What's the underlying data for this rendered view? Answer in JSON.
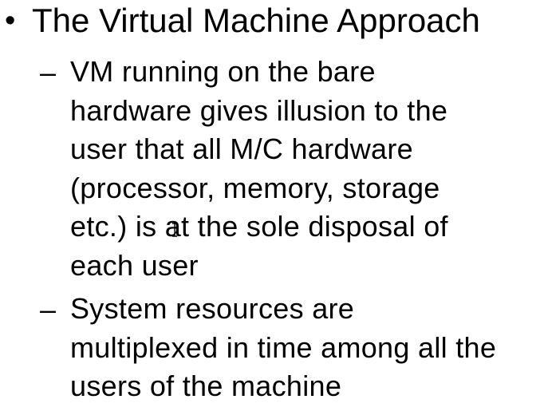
{
  "slide": {
    "main_bullet": {
      "marker": "•",
      "text": "The Virtual Machine Approach"
    },
    "sub_bullets": [
      {
        "marker": "–",
        "lines": [
          "VM running on the bare",
          "hardware gives illusion to the",
          "user that all M/C hardware",
          "(processor, memory, storage",
          "etc.) is at the sole disposal of",
          "each user"
        ]
      },
      {
        "marker": "–",
        "lines": [
          "System resources are",
          "multiplexed in time among all the",
          "users of the machine"
        ]
      }
    ]
  },
  "cursor": {
    "icon": "text-cursor-icon"
  }
}
